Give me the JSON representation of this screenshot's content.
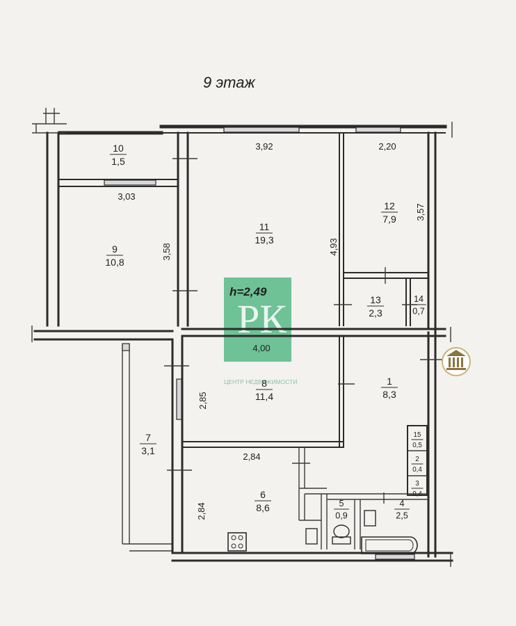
{
  "floor_title": "9 этаж",
  "ceiling_height": "h=2,49",
  "watermark": {
    "letters": "РК",
    "caption": "ЦЕНТР НЕДВИЖИМОСТИ",
    "color": "#5cb98a"
  },
  "rooms": [
    {
      "number": "10",
      "area": "1,5"
    },
    {
      "number": "9",
      "area": "10,8"
    },
    {
      "number": "11",
      "area": "19,3"
    },
    {
      "number": "12",
      "area": "7,9"
    },
    {
      "number": "13",
      "area": "2,3"
    },
    {
      "number": "14",
      "area": "0,7"
    },
    {
      "number": "8",
      "area": "11,4"
    },
    {
      "number": "1",
      "area": "8,3"
    },
    {
      "number": "7",
      "area": "3,1"
    },
    {
      "number": "6",
      "area": "8,6"
    },
    {
      "number": "15",
      "area": "0,5"
    },
    {
      "number": "2",
      "area": "0,4"
    },
    {
      "number": "3",
      "area": "0,4"
    },
    {
      "number": "5",
      "area": "0,9"
    },
    {
      "number": "4",
      "area": "2,5"
    }
  ],
  "dimensions": [
    "3,92",
    "2,20",
    "3,03",
    "3,58",
    "4,93",
    "3,57",
    "4,00",
    "2,85",
    "2,84",
    "2,84"
  ],
  "icons": [
    "building-logo-icon",
    "stove-icon",
    "toilet-icon",
    "bathtub-icon",
    "sink-icon"
  ]
}
